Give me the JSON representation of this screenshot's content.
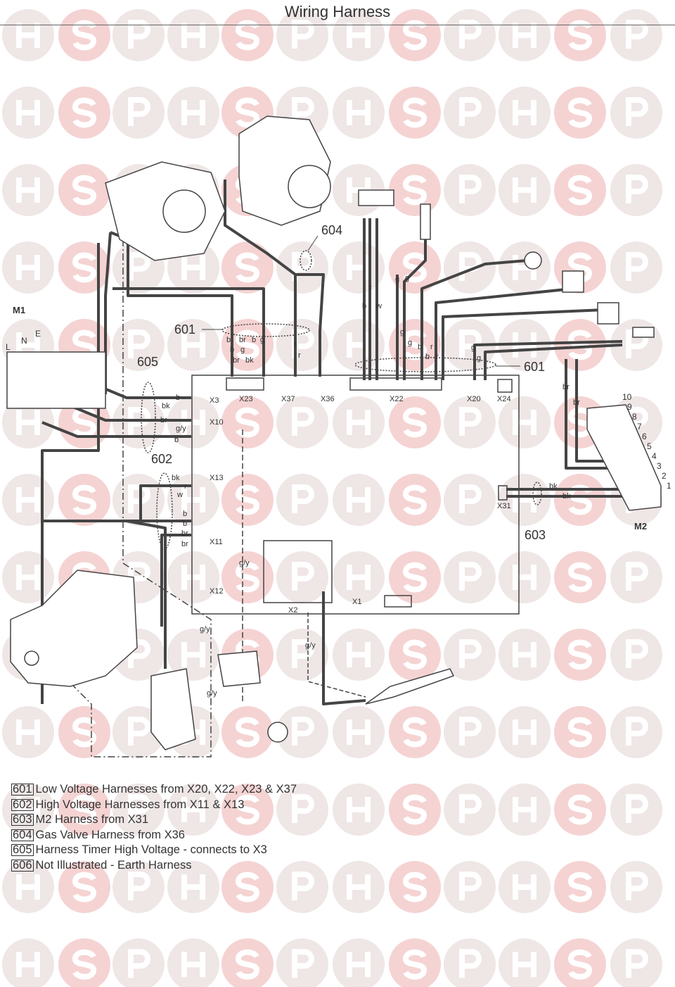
{
  "title": "Wiring Harness",
  "watermark": {
    "letters": [
      "H",
      "S",
      "P"
    ],
    "colors": {
      "H": "#efe6e6",
      "S": "#f5d3d3",
      "P": "#efe6e6"
    }
  },
  "components": {
    "m1": "M1",
    "l": "L",
    "n": "N",
    "e": "E",
    "m2": "M2",
    "m2_terminals": [
      "1",
      "2",
      "3",
      "4",
      "5",
      "6",
      "7",
      "8",
      "9",
      "10"
    ]
  },
  "connectors": {
    "x3": "X3",
    "x10": "X10",
    "x13": "X13",
    "x11": "X11",
    "x12": "X12",
    "x23": "X23",
    "x37": "X37",
    "x36": "X36",
    "x22": "X22",
    "x20": "X20",
    "x24": "X24",
    "x31": "X31",
    "x2": "X2",
    "x1": "X1"
  },
  "callouts": {
    "c601a": "601",
    "c601b": "601",
    "c602": "602",
    "c603": "603",
    "c604": "604",
    "c605": "605"
  },
  "wire_labels": [
    "b",
    "br",
    "g",
    "bk",
    "b",
    "br",
    "r",
    "r",
    "b",
    "g",
    "b",
    "w",
    "r",
    "g",
    "g",
    "g",
    "g",
    "b",
    "b",
    "r",
    "r",
    "g",
    "g",
    "br",
    "br",
    "b",
    "bk",
    "br",
    "g/y",
    "b",
    "bk",
    "r",
    "w",
    "b",
    "b",
    "br",
    "br",
    "bk",
    "bk",
    "g/y",
    "g/y",
    "g/y",
    "g/y"
  ],
  "legend": [
    {
      "num": "601",
      "text": "Low Voltage Harnesses from X20, X22, X23 & X37"
    },
    {
      "num": "602",
      "text": "High Voltage Harnesses from X11 & X13"
    },
    {
      "num": "603",
      "text": "M2 Harness from X31"
    },
    {
      "num": "604",
      "text": "Gas Valve Harness from X36"
    },
    {
      "num": "605",
      "text": "Harness Timer High Voltage - connects to X3"
    },
    {
      "num": "606",
      "text": "Not Illustrated - Earth Harness"
    }
  ]
}
